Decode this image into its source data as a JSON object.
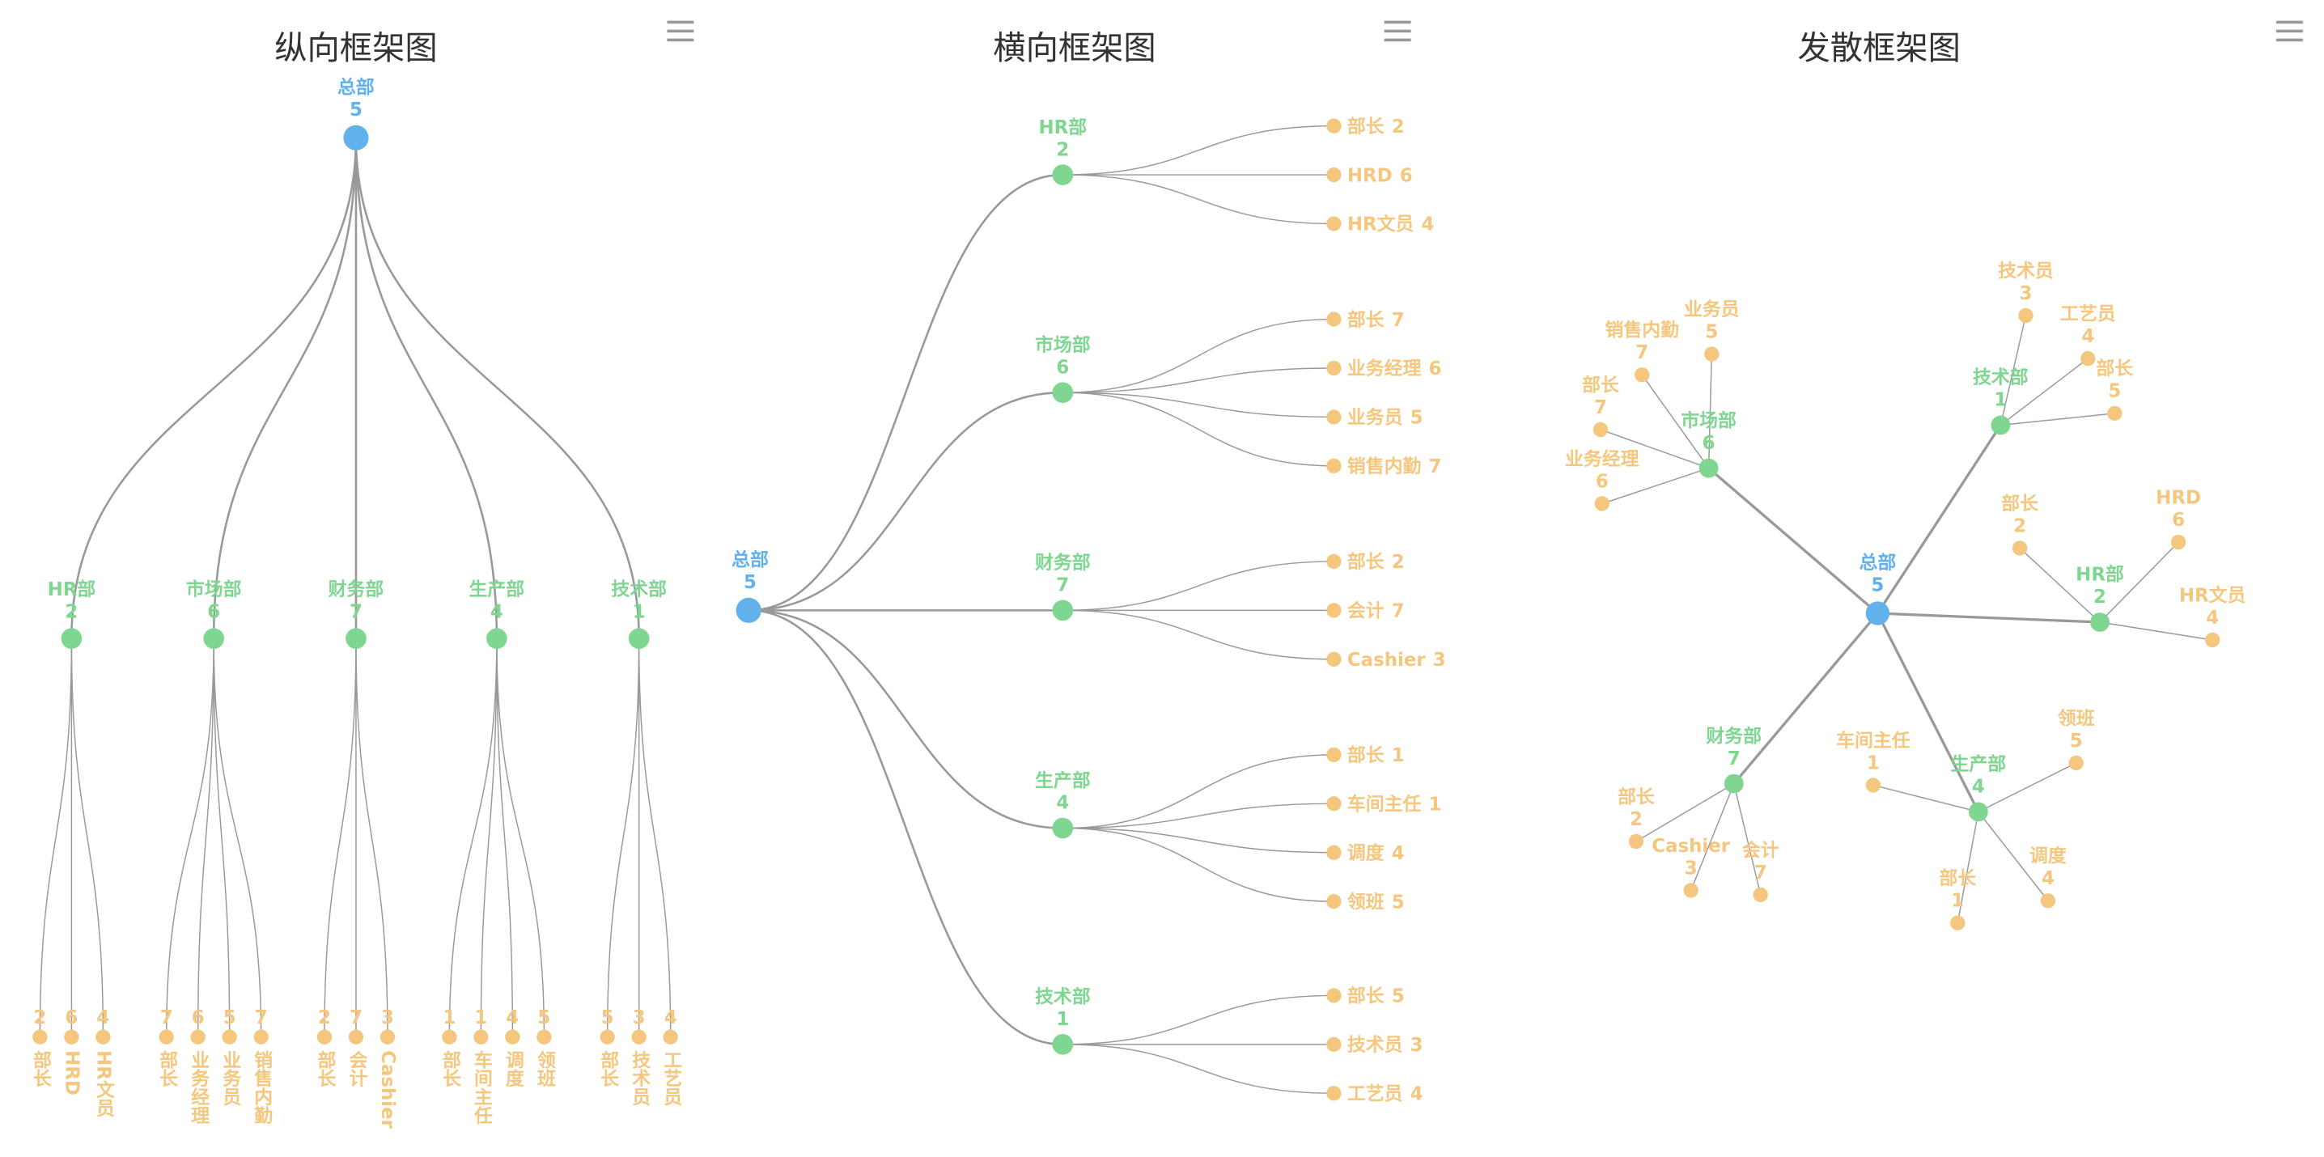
{
  "colors": {
    "root": "#62b0ec",
    "dept": "#7ed690",
    "leaf": "#f5c77e",
    "link": "#999999"
  },
  "icons": {
    "menu": "hamburger-menu-icon"
  },
  "chart_data": [
    {
      "type": "tree",
      "orientation": "vertical",
      "title": "纵向框架图"
    },
    {
      "type": "tree",
      "orientation": "horizontal",
      "title": "横向框架图"
    },
    {
      "type": "tree",
      "orientation": "radial",
      "title": "发散框架图"
    }
  ],
  "tree": {
    "name": "总部",
    "value": 5,
    "children": [
      {
        "name": "HR部",
        "value": 2,
        "children": [
          {
            "name": "部长",
            "value": 2
          },
          {
            "name": "HRD",
            "value": 6
          },
          {
            "name": "HR文员",
            "value": 4
          }
        ]
      },
      {
        "name": "市场部",
        "value": 6,
        "children": [
          {
            "name": "部长",
            "value": 7
          },
          {
            "name": "业务经理",
            "value": 6
          },
          {
            "name": "业务员",
            "value": 5
          },
          {
            "name": "销售内勤",
            "value": 7
          }
        ]
      },
      {
        "name": "财务部",
        "value": 7,
        "children": [
          {
            "name": "部长",
            "value": 2
          },
          {
            "name": "会计",
            "value": 7
          },
          {
            "name": "Cashier",
            "value": 3
          }
        ]
      },
      {
        "name": "生产部",
        "value": 4,
        "children": [
          {
            "name": "部长",
            "value": 1
          },
          {
            "name": "车间主任",
            "value": 1
          },
          {
            "name": "调度",
            "value": 4
          },
          {
            "name": "领班",
            "value": 5
          }
        ]
      },
      {
        "name": "技术部",
        "value": 1,
        "children": [
          {
            "name": "部长",
            "value": 5
          },
          {
            "name": "技术员",
            "value": 3
          },
          {
            "name": "工艺员",
            "value": 4
          }
        ]
      }
    ]
  }
}
